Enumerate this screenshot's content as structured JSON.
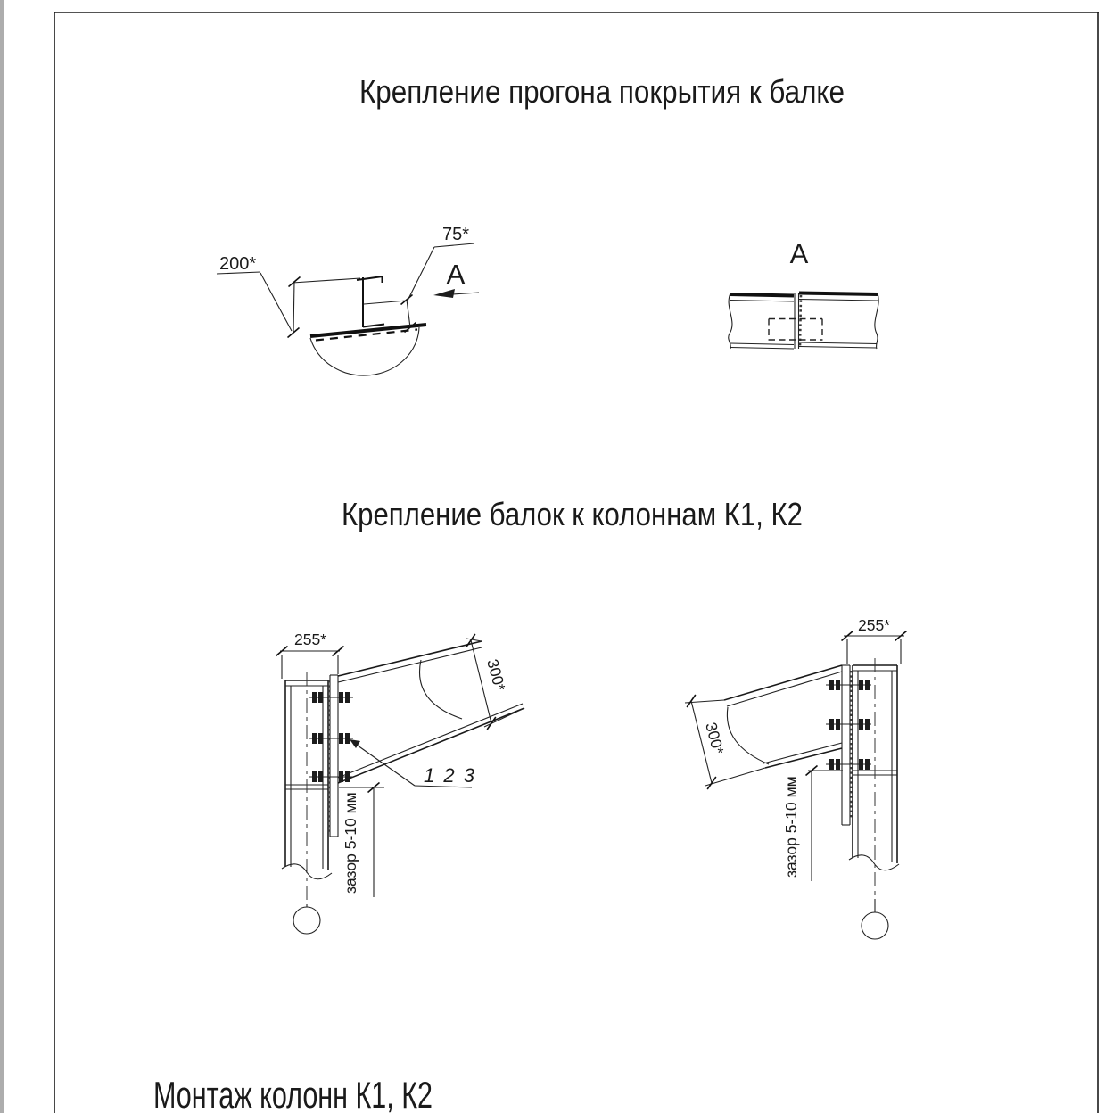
{
  "titles": {
    "purlin": "Крепление прогона покрытия к балке",
    "beams": "Крепление балок к колоннам К1, К2",
    "columns": "Монтаж колонн К1, К2"
  },
  "purlin_detail": {
    "dim_height": "200*",
    "dim_offset": "75*",
    "view_mark": "А"
  },
  "view_a": {
    "title": "А"
  },
  "left_joint": {
    "dim_width": "255*",
    "dim_depth": "300*",
    "parts_label": "1 2 3",
    "gap_label": "зазор 5-10 мм"
  },
  "right_joint": {
    "dim_width": "255*",
    "dim_depth": "300*",
    "gap_label": "зазор 5-10 мм"
  },
  "colors": {
    "background": "#ffffff",
    "line": "#222222",
    "frame": "#1a1a1a",
    "scan_edge": "#adadad"
  }
}
